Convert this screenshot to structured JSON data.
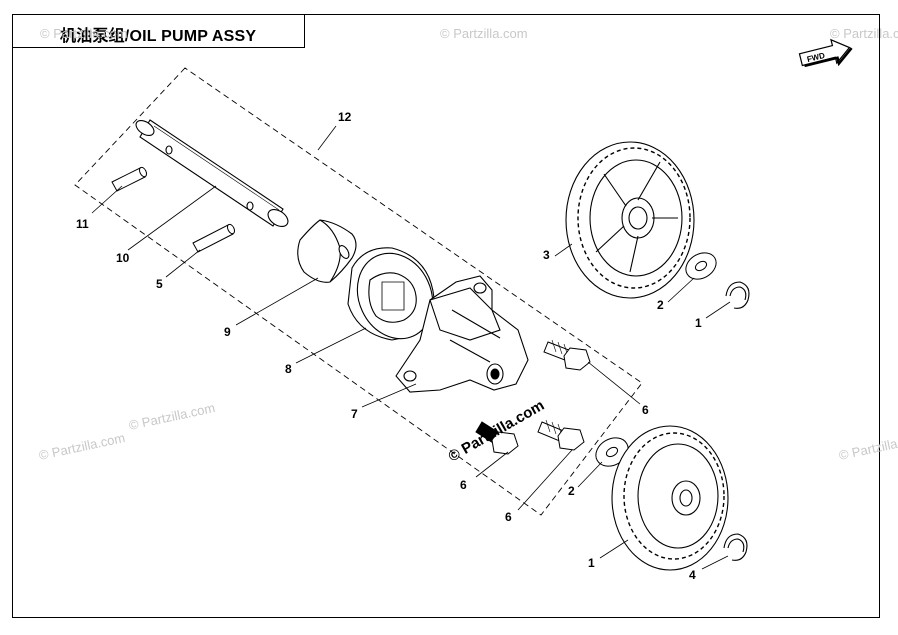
{
  "title": "机油泵组/OIL PUMP ASSY",
  "fwd_label": "FWD",
  "watermark": "© Partzilla.com",
  "watermark_main": "© Partzilla.com",
  "callouts": [
    "12",
    "11",
    "10",
    "5",
    "9",
    "8",
    "7",
    "6",
    "6",
    "6",
    "3",
    "2",
    "1",
    "2",
    "1",
    "4"
  ],
  "colors": {
    "line": "#000000",
    "watermark": "#c8c8c8",
    "background": "#ffffff"
  }
}
